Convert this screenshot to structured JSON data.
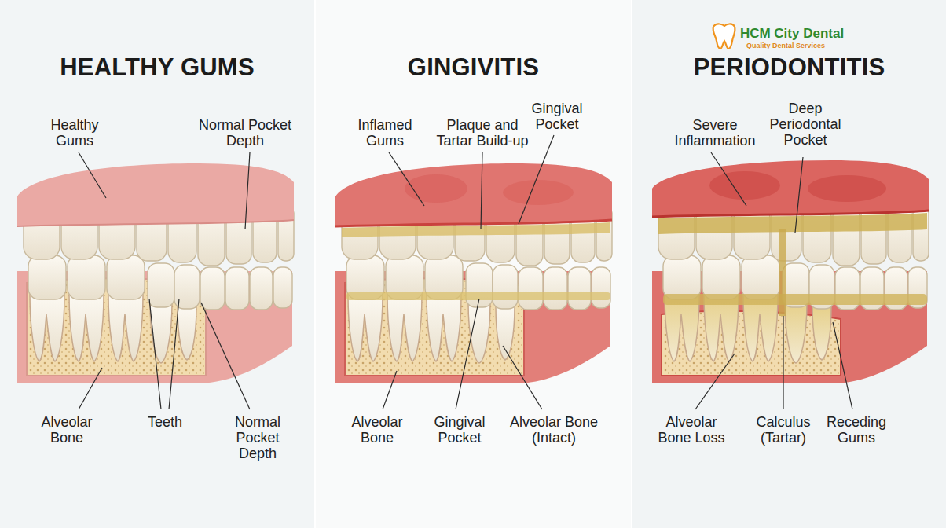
{
  "diagram": {
    "nodes": [
      {
        "text": [
          "HEALTHY GUMS"
        ]
      },
      {
        "text": [
          "GINGIVITIS"
        ]
      },
      {
        "text": [
          "PERIODONTITIS"
        ]
      }
    ],
    "labels": [
      "Healthy Gums",
      "Normal Pocket Depth",
      "Alveolar Bone",
      "Teeth",
      "Normal Pocket Depth",
      "Inflamed Gums",
      "Plaque and Tartar Build-up",
      "Gingival Pocket",
      "Alveolar Bone",
      "Gingival Pocket",
      "Alveolar Bone (Intact)",
      "HCM City Dental",
      "Quality Dental Services",
      "Severe Inflammation",
      "Deep Periodontal Pocket",
      "Alveolar Bone Loss",
      "Calculus (Tartar)",
      "Receding Gums"
    ]
  }
}
